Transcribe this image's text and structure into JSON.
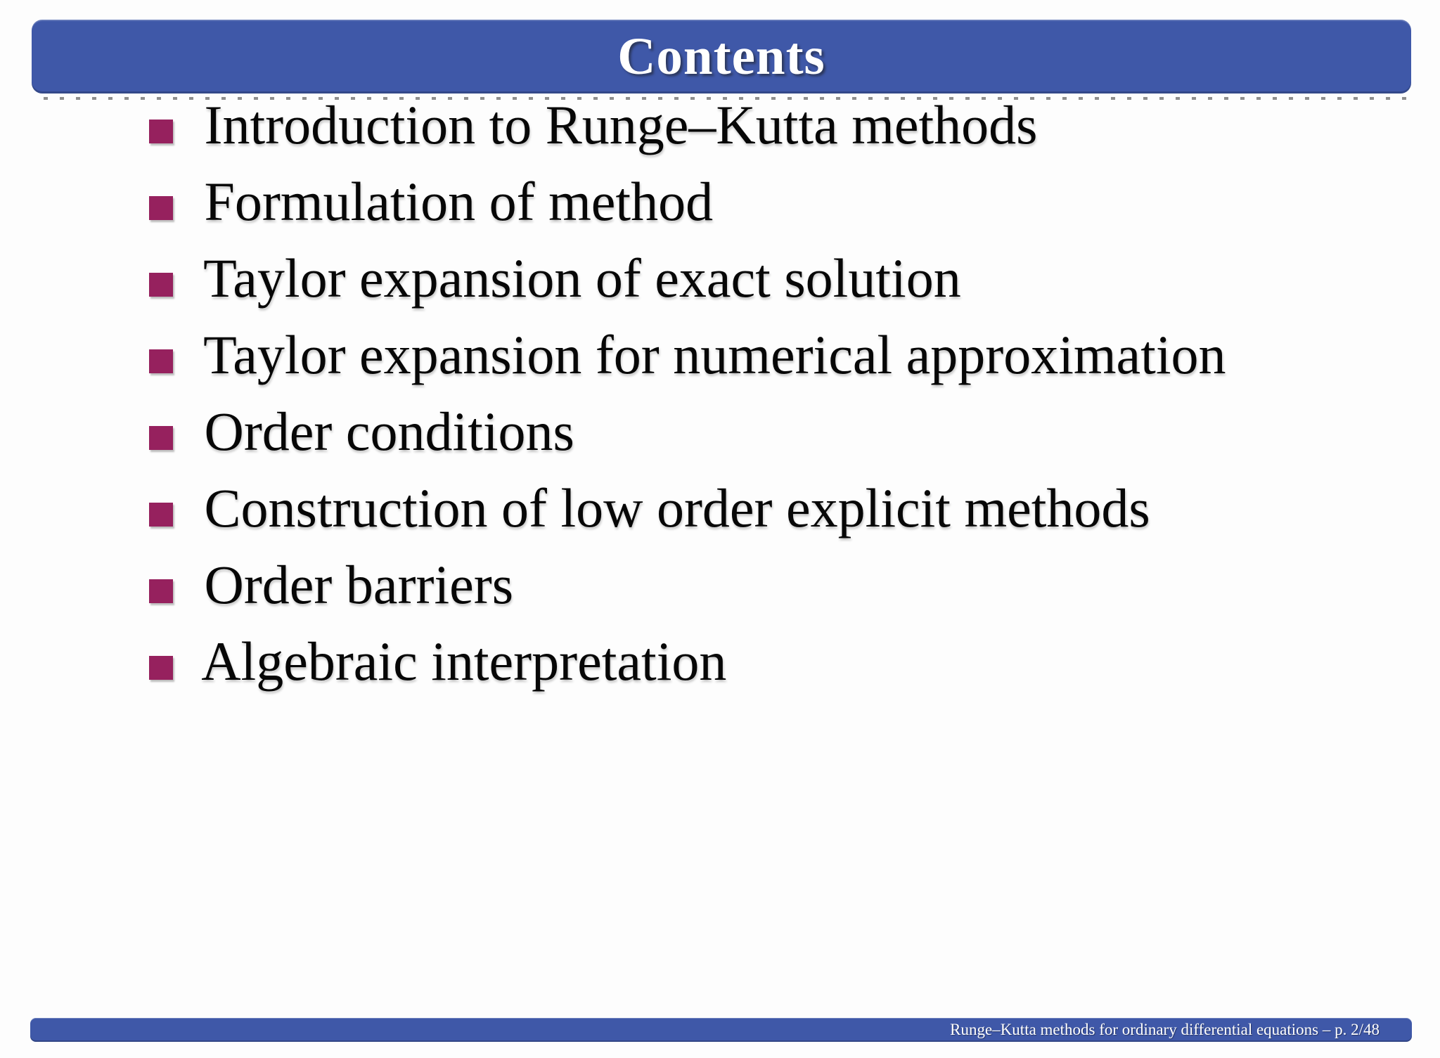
{
  "slide": {
    "title": "Contents",
    "items": [
      "Introduction to Runge–Kutta methods",
      "Formulation of method",
      "Taylor expansion of exact solution",
      "Taylor expansion for numerical approximation",
      "Order conditions",
      "Construction of low order explicit methods",
      "Order barriers",
      "Algebraic interpretation"
    ],
    "footer_text": "Runge–Kutta methods for ordinary differential equations – p. 2/48",
    "page_number": "2/48"
  },
  "colors": {
    "bar_blue": "#3F58A8",
    "bullet_maroon": "#96215E",
    "title_text": "#FFFFFF",
    "footer_text_color": "#FFFFFF",
    "body_text": "#070707",
    "shadow_gray": "#8F8F8F",
    "page_bg": "#FDFDFD"
  }
}
